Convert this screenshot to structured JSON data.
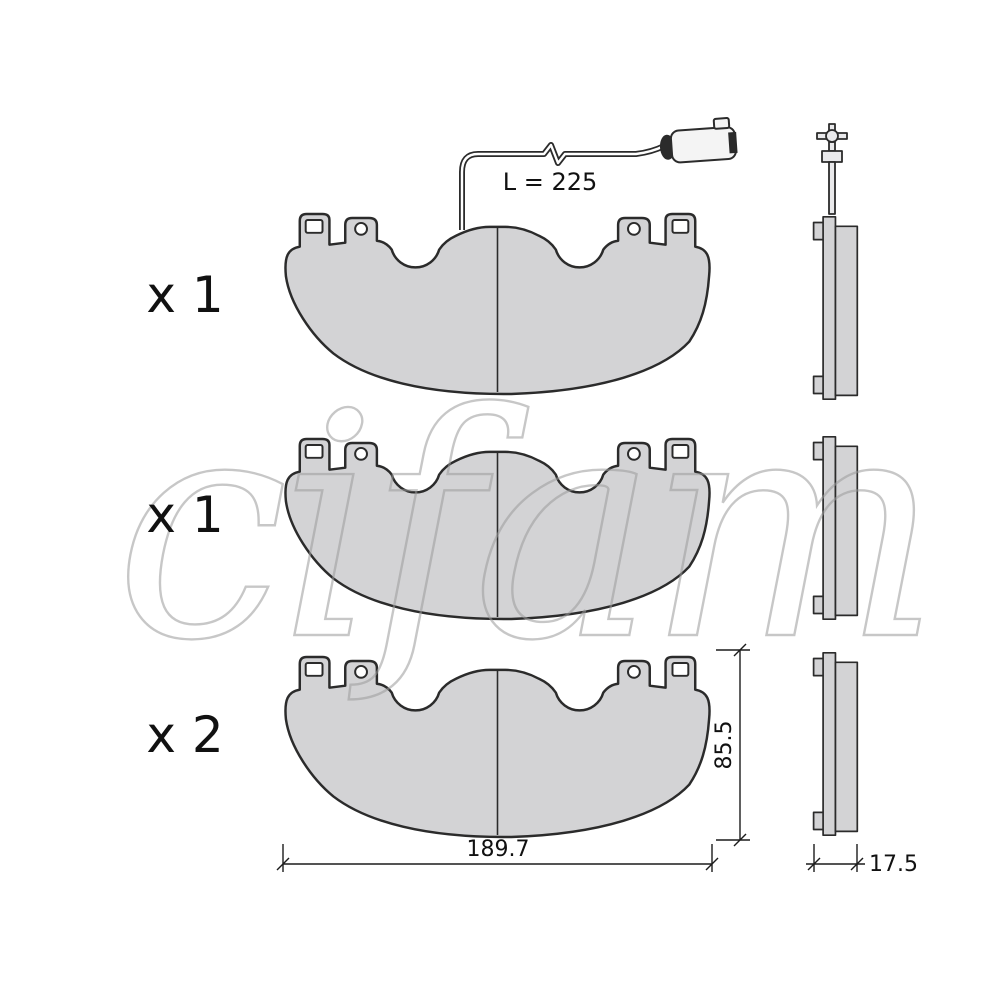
{
  "title": "brake-pad-set-technical-drawing",
  "watermark": "cifam",
  "labels": {
    "qty_pad1": "x 1",
    "qty_pad2": "x 1",
    "qty_pad3": "x 2"
  },
  "dimensions": {
    "sensor_wire_length": "L = 225",
    "pad_height": "85.5",
    "pad_width": "189.7",
    "pad_thickness": "17.5"
  },
  "colors": {
    "pad_fill": "#d3d3d5",
    "outline": "#2b2b2b",
    "watermark": "#9b9b9b",
    "background": "#ffffff"
  }
}
